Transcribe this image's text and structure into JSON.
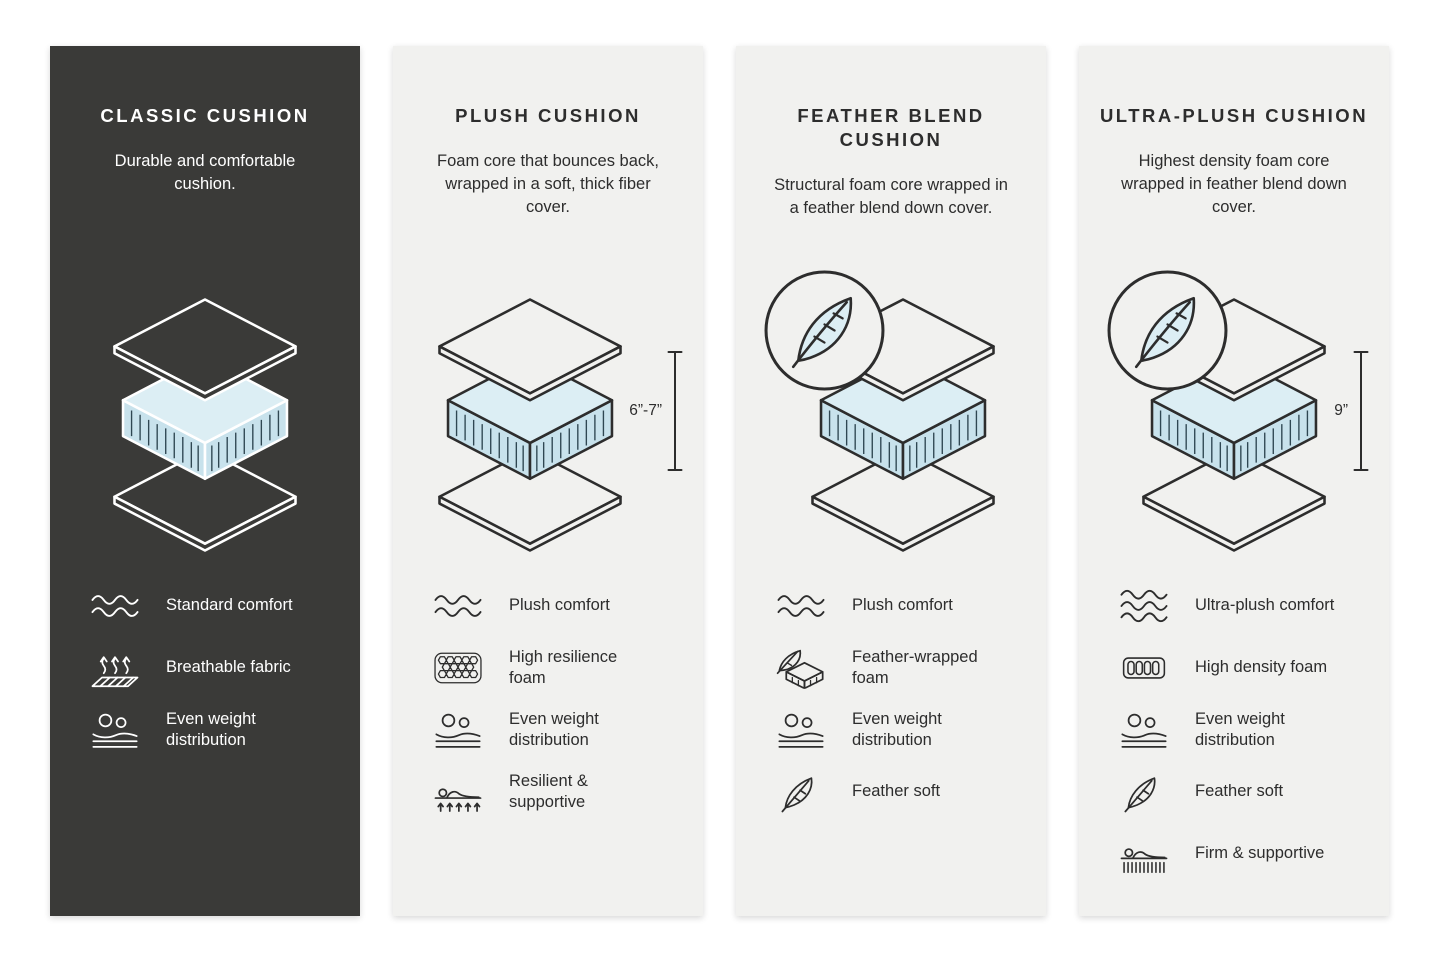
{
  "colors": {
    "page_bg": "#ffffff",
    "dark_panel_bg": "#3a3a38",
    "light_panel_bg": "#f1f1ef",
    "foam_top": "#dceef4",
    "foam_side": "#c8e2ec",
    "ink_dark": "#2d2d2d",
    "ink_light": "#ffffff"
  },
  "panels": [
    {
      "id": "classic-cushion",
      "theme": "dark",
      "title": "CLASSIC CUSHION",
      "description": "Durable and comfortable cushion.",
      "features": [
        {
          "icon": "wave-icon",
          "label": "Standard comfort"
        },
        {
          "icon": "breathable-fabric-icon",
          "label": "Breathable fabric"
        },
        {
          "icon": "even-weight-icon",
          "label": "Even weight\ndistribution"
        }
      ]
    },
    {
      "id": "plush-cushion",
      "theme": "light",
      "title": "PLUSH CUSHION",
      "description": "Foam core that bounces back, wrapped in a soft, thick fiber cover.",
      "measurement": "6”-7”",
      "features": [
        {
          "icon": "wave-icon",
          "label": "Plush comfort"
        },
        {
          "icon": "honeycomb-foam-icon",
          "label": "High resilience\nfoam"
        },
        {
          "icon": "even-weight-icon",
          "label": "Even weight\ndistribution"
        },
        {
          "icon": "resilient-supportive-icon",
          "label": "Resilient &\nsupportive"
        }
      ]
    },
    {
      "id": "feather-blend-cushion",
      "theme": "light",
      "title": "FEATHER BLEND CUSHION",
      "description": "Structural foam core wrapped in a feather blend down cover.",
      "badge": "feather-badge",
      "features": [
        {
          "icon": "wave-icon",
          "label": "Plush comfort"
        },
        {
          "icon": "feather-wrapped-foam-icon",
          "label": "Feather-wrapped\nfoam"
        },
        {
          "icon": "even-weight-icon",
          "label": "Even weight\ndistribution"
        },
        {
          "icon": "feather-icon",
          "label": "Feather soft"
        }
      ]
    },
    {
      "id": "ultra-plush-cushion",
      "theme": "light",
      "title": "ULTRA-PLUSH CUSHION",
      "description": "Highest density foam core wrapped in feather blend down cover.",
      "badge": "feather-badge",
      "measurement": "9”",
      "features": [
        {
          "icon": "triple-wave-icon",
          "label": "Ultra-plush comfort"
        },
        {
          "icon": "high-density-foam-icon",
          "label": "High density foam"
        },
        {
          "icon": "even-weight-icon",
          "label": "Even weight\ndistribution"
        },
        {
          "icon": "feather-icon",
          "label": "Feather soft"
        },
        {
          "icon": "firm-supportive-icon",
          "label": "Firm & supportive"
        }
      ]
    }
  ]
}
